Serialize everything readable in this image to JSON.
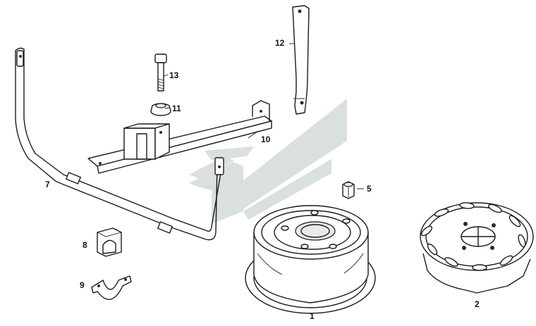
{
  "callouts": {
    "p1": "1",
    "p2": "2",
    "p5": "5",
    "p7": "7",
    "p8": "8",
    "p9": "9",
    "p10": "10",
    "p11": "11",
    "p12": "12",
    "p13": "13"
  },
  "colors": {
    "line": "#1a1a1a",
    "watermark": "#c9d3cc"
  }
}
